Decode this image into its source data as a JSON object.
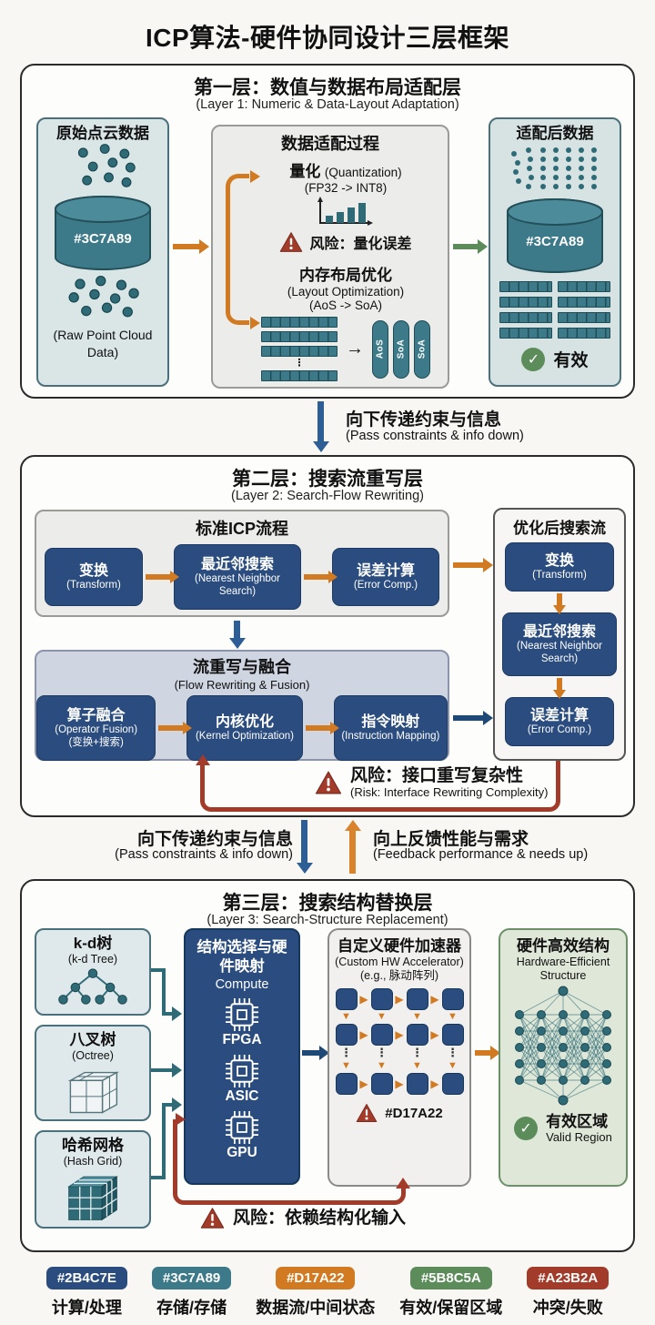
{
  "title": "ICP算法-硬件协同设计三层框架",
  "colors": {
    "compute": "#2B4C7E",
    "storage": "#3C7A89",
    "dataflow": "#D17A22",
    "valid": "#5B8C5A",
    "conflict": "#A23B2A"
  },
  "layer1": {
    "title": "第一层：数值与数据布局适配层",
    "subtitle": "(Layer 1: Numeric & Data-Layout Adaptation)",
    "raw": {
      "title": "原始点云数据",
      "cylinder_label": "#3C7A89",
      "caption": "(Raw Point Cloud Data)"
    },
    "process": {
      "title": "数据适配过程",
      "quant_cn": "量化",
      "quant_en": "(Quantization)",
      "quant_sub": "(FP32 -> INT8)",
      "quant_risk": "风险：量化误差",
      "layout_cn": "内存布局优化",
      "layout_en": "(Layout Optimization)",
      "layout_sub": "(AoS -> SoA)",
      "pills": [
        "AoS",
        "SoA",
        "SoA"
      ],
      "aos_arrow": "→"
    },
    "adapted": {
      "title": "适配后数据",
      "cylinder_label": "#3C7A89",
      "valid": "有效",
      "check": "✓"
    }
  },
  "transition1": {
    "cn": "向下传递约束与信息",
    "en": "(Pass constraints & info down)"
  },
  "layer2": {
    "title": "第二层：搜索流重写层",
    "subtitle": "(Layer 2: Search-Flow Rewriting)",
    "standard": {
      "title": "标准ICP流程",
      "steps": [
        {
          "cn": "变换",
          "en": "(Transform)"
        },
        {
          "cn": "最近邻搜索",
          "en": "(Nearest Neighbor Search)"
        },
        {
          "cn": "误差计算",
          "en": "(Error Comp.)"
        }
      ]
    },
    "rewrite": {
      "title": "流重写与融合",
      "subtitle": "(Flow Rewriting & Fusion)",
      "steps": [
        {
          "cn": "算子融合",
          "en": "(Operator Fusion)",
          "sub": "(变换+搜索)"
        },
        {
          "cn": "内核优化",
          "en": "(Kernel Optimization)"
        },
        {
          "cn": "指令映射",
          "en": "(Instruction Mapping)"
        }
      ]
    },
    "optimized": {
      "title": "优化后搜索流",
      "steps": [
        {
          "cn": "变换",
          "en": "(Transform)"
        },
        {
          "cn": "最近邻搜索",
          "en": "(Nearest Neighbor Search)"
        },
        {
          "cn": "误差计算",
          "en": "(Error Comp.)"
        }
      ]
    },
    "risk": {
      "cn": "风险：接口重写复杂性",
      "en": "(Risk: Interface Rewriting Complexity)"
    }
  },
  "transition2": {
    "down_cn": "向下传递约束与信息",
    "down_en": "(Pass constraints & info down)",
    "up_cn": "向上反馈性能与需求",
    "up_en": "(Feedback performance & needs up)"
  },
  "layer3": {
    "title": "第三层：搜索结构替换层",
    "subtitle": "(Layer 3: Search-Structure Replacement)",
    "structures": [
      {
        "cn": "k-d树",
        "en": "(k-d Tree)"
      },
      {
        "cn": "八叉树",
        "en": "(Octree)"
      },
      {
        "cn": "哈希网格",
        "en": "(Hash Grid)"
      }
    ],
    "compute": {
      "title": "结构选择与硬件映射",
      "label": "Compute",
      "chips": [
        "FPGA",
        "ASIC",
        "GPU"
      ]
    },
    "accelerator": {
      "title": "自定义硬件加速器",
      "en": "(Custom HW Accelerator)",
      "sub": "(e.g., 脉动阵列)",
      "tag": "#D17A22"
    },
    "efficient": {
      "cn": "硬件高效结构",
      "en": "Hardware-Efficient Structure",
      "valid_cn": "有效区域",
      "valid_en": "Valid Region",
      "check": "✓"
    },
    "risk": {
      "cn": "风险：依赖结构化输入"
    }
  },
  "legend": [
    {
      "hex": "#2B4C7E",
      "label": "计算/处理"
    },
    {
      "hex": "#3C7A89",
      "label": "存储/存储"
    },
    {
      "hex": "#D17A22",
      "label": "数据流/中间状态"
    },
    {
      "hex": "#5B8C5A",
      "label": "有效/保留区域"
    },
    {
      "hex": "#A23B2A",
      "label": "冲突/失败"
    }
  ]
}
